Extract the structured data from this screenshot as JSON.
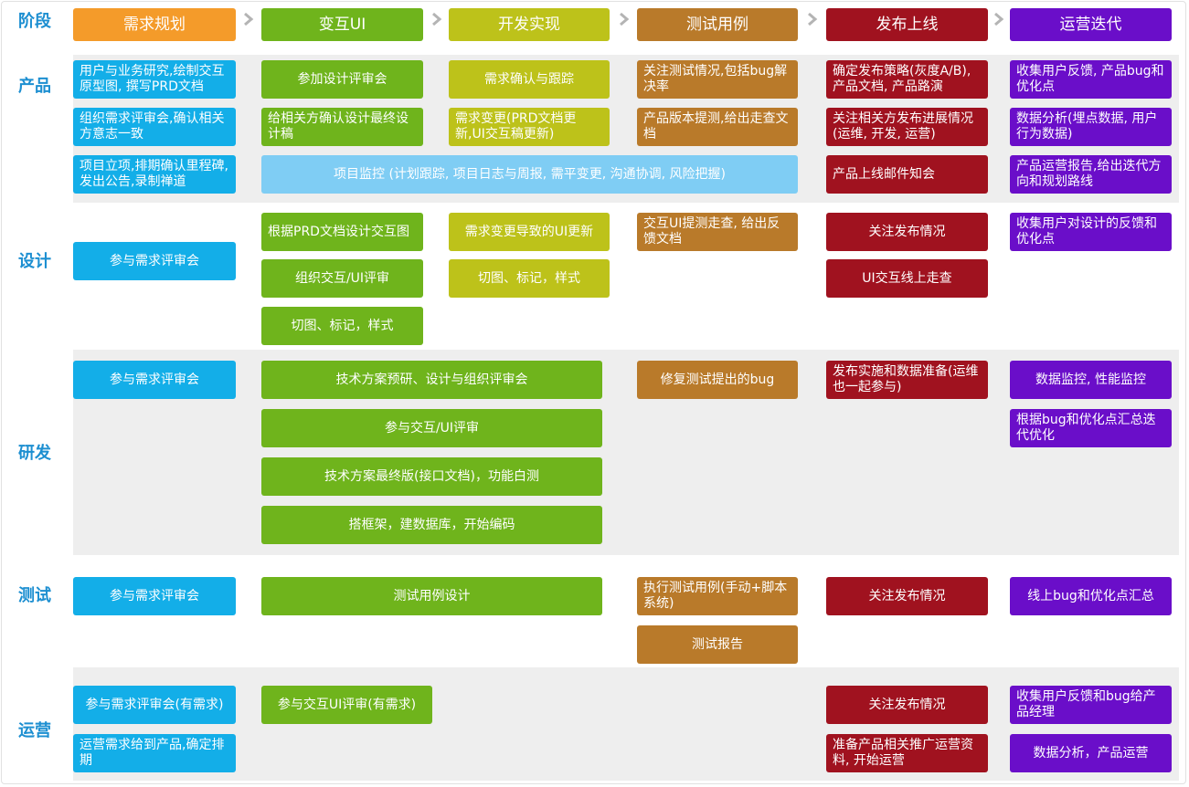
{
  "stage_label": "阶段",
  "colors": {
    "orange": "#f49b2a",
    "green": "#6fb41c",
    "olive": "#bdc21a",
    "brown": "#b97a2a",
    "red": "#a0121f",
    "purple": "#6a0ec9",
    "blue": "#13aee8",
    "lightblue": "#7fcdf4",
    "label": "#1d8fd1",
    "band": "#eeeeee",
    "arrow": "#b4b4b4"
  },
  "phases": [
    {
      "label": "需求规划",
      "color": "orange"
    },
    {
      "label": "变互UI",
      "color": "green"
    },
    {
      "label": "开发实现",
      "color": "olive"
    },
    {
      "label": "测试用例",
      "color": "brown"
    },
    {
      "label": "发布上线",
      "color": "red"
    },
    {
      "label": "运营迭代",
      "color": "purple"
    }
  ],
  "roles": [
    {
      "name": "产品",
      "cards": [
        {
          "text": "用户与业务研究,绘制交互原型图, 撰写PRD文档",
          "color": "blue"
        },
        {
          "text": "组织需求评审会,确认相关方意志一致",
          "color": "blue"
        },
        {
          "text": "项目立项,排期确认里程碑,发出公告,录制禅道",
          "color": "blue"
        },
        {
          "text": "参加设计评审会",
          "color": "green"
        },
        {
          "text": "给相关方确认设计最终设计稿",
          "color": "green"
        },
        {
          "text": "需求确认与跟踪",
          "color": "olive"
        },
        {
          "text": "需求变更(PRD文档更新,UI交互稿更新)",
          "color": "olive"
        },
        {
          "text": "项目监控 (计划跟踪, 项目日志与周报, 需平变更, 沟通协调, 风险把握)",
          "color": "lightblue"
        },
        {
          "text": "关注测试情况,包括bug解决率",
          "color": "brown"
        },
        {
          "text": "产品版本提测,给出走查文档",
          "color": "brown"
        },
        {
          "text": "确定发布策略(灰度A/B),产品文档, 产品路演",
          "color": "red"
        },
        {
          "text": "关注相关方发布进展情况(运维, 开发, 运营)",
          "color": "red"
        },
        {
          "text": "产品上线邮件知会",
          "color": "red"
        },
        {
          "text": "收集用户反馈, 产品bug和优化点",
          "color": "purple"
        },
        {
          "text": "数据分析(埋点数据, 用户行为数据)",
          "color": "purple"
        },
        {
          "text": "产品运营报告,给出迭代方向和规划路线",
          "color": "purple"
        }
      ]
    },
    {
      "name": "设计",
      "cards": [
        {
          "text": "参与需求评审会",
          "color": "blue"
        },
        {
          "text": "根据PRD文档设计交互图",
          "color": "green"
        },
        {
          "text": "组织交互/UI评审",
          "color": "green"
        },
        {
          "text": "切图、标记，样式",
          "color": "green"
        },
        {
          "text": "需求变更导致的UI更新",
          "color": "olive"
        },
        {
          "text": "切图、标记，样式",
          "color": "olive"
        },
        {
          "text": "交互UI提测走查, 给出反馈文档",
          "color": "brown"
        },
        {
          "text": "关注发布情况",
          "color": "red"
        },
        {
          "text": "UI交互线上走查",
          "color": "red"
        },
        {
          "text": "收集用户对设计的反馈和优化点",
          "color": "purple"
        }
      ]
    },
    {
      "name": "研发",
      "cards": [
        {
          "text": "参与需求评审会",
          "color": "blue"
        },
        {
          "text": "技术方案预研、设计与组织评审会",
          "color": "green"
        },
        {
          "text": "参与交互/UI评审",
          "color": "green"
        },
        {
          "text": "技术方案最终版(接口文档)，功能白测",
          "color": "green"
        },
        {
          "text": "搭框架，建数据库，开始编码",
          "color": "green"
        },
        {
          "text": "修复测试提出的bug",
          "color": "brown"
        },
        {
          "text": "发布实施和数据准备(运维也一起参与)",
          "color": "red"
        },
        {
          "text": "数据监控, 性能监控",
          "color": "purple"
        },
        {
          "text": "根据bug和优化点汇总迭代优化",
          "color": "purple"
        }
      ]
    },
    {
      "name": "测试",
      "cards": [
        {
          "text": "参与需求评审会",
          "color": "blue"
        },
        {
          "text": "测试用例设计",
          "color": "green"
        },
        {
          "text": "执行测试用例(手动+脚本系统)",
          "color": "brown"
        },
        {
          "text": "测试报告",
          "color": "brown"
        },
        {
          "text": "关注发布情况",
          "color": "red"
        },
        {
          "text": "线上bug和优化点汇总",
          "color": "purple"
        }
      ]
    },
    {
      "name": "运营",
      "cards": [
        {
          "text": "参与需求评审会(有需求)",
          "color": "blue"
        },
        {
          "text": "运营需求给到产品,确定排期",
          "color": "blue"
        },
        {
          "text": "参与交互UI评审(有需求)",
          "color": "green"
        },
        {
          "text": "关注发布情况",
          "color": "red"
        },
        {
          "text": "准备产品相关推广运营资料, 开始运营",
          "color": "red"
        },
        {
          "text": "收集用户反馈和bug给产品经理",
          "color": "purple"
        },
        {
          "text": "数据分析，产品运营",
          "color": "purple"
        }
      ]
    }
  ]
}
